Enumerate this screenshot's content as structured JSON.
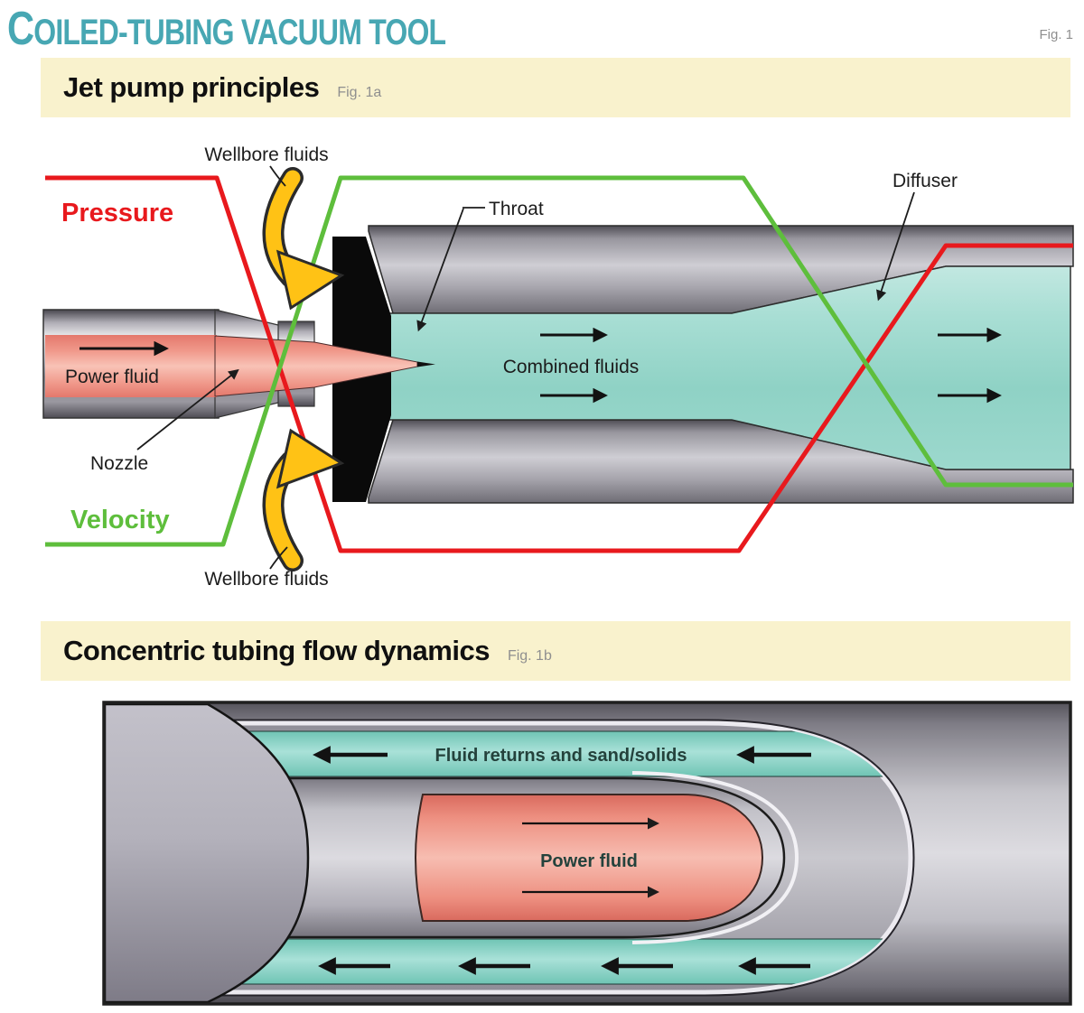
{
  "header": {
    "title": "Coiled-tubing vacuum tool",
    "fig_label": "Fig. 1"
  },
  "fig1a": {
    "heading": "Jet pump principles",
    "fig_label": "Fig. 1a",
    "labels": {
      "pressure": "Pressure",
      "velocity": "Velocity",
      "wellbore_fluids_top": "Wellbore fluids",
      "wellbore_fluids_bottom": "Wellbore fluids",
      "throat": "Throat",
      "diffuser": "Diffuser",
      "combined_fluids": "Combined fluids",
      "power_fluid": "Power fluid",
      "nozzle": "Nozzle"
    },
    "colors": {
      "pressure_red": "#e8191d",
      "velocity_green": "#5ebe3c",
      "wellbore_arrow_yellow": "#ffc215",
      "fluid_teal": "#98d6ca",
      "power_fluid_pink": "#f0998b",
      "title_teal": "#47a7b3",
      "banner_yellow": "#f9f2cd"
    }
  },
  "fig1b": {
    "heading": "Concentric tubing flow dynamics",
    "fig_label": "Fig. 1b",
    "labels": {
      "fluid_returns": "Fluid returns and sand/solids",
      "power_fluid": "Power fluid"
    }
  }
}
